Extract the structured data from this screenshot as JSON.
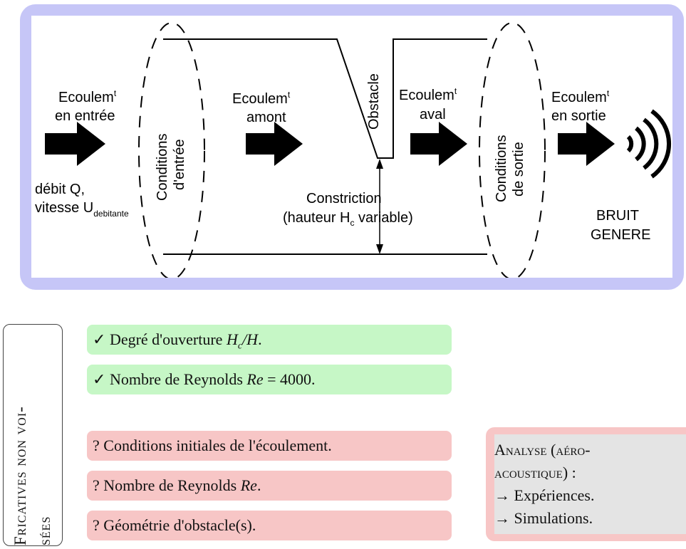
{
  "diagram": {
    "inlet_flow": [
      "Ecoulem",
      "t",
      "en entrée"
    ],
    "upstream_flow": [
      "Ecoulem",
      "t",
      "amont"
    ],
    "downstream_flow": [
      "Ecoulem",
      "t",
      "aval"
    ],
    "outlet_flow": [
      "Ecoulem",
      "t",
      "en sortie"
    ],
    "obstacle": "Obstacle",
    "inlet_conditions": [
      "Conditions",
      "d'entrée"
    ],
    "outlet_conditions": [
      "Conditions",
      "de sortie"
    ],
    "constriction": [
      "Constriction",
      "(hauteur H",
      "c",
      " variable)"
    ],
    "flow_params": [
      "débit Q,",
      "vitesse U",
      "debitante"
    ],
    "noise": [
      "BRUIT",
      "GENERE"
    ],
    "colors": {
      "frame": "#c6c6f7",
      "arrow": "#000000"
    }
  },
  "side_label": [
    "Fricatives non voi-",
    "sées"
  ],
  "checked": [
    {
      "mark": "✓",
      "text": "Degré d'ouverture ",
      "math": "H",
      "sub": "c",
      "tail": "/H",
      "end": "."
    },
    {
      "mark": "✓",
      "text": "Nombre de Reynolds ",
      "math": "Re",
      "tail": " = 4000",
      "end": "."
    }
  ],
  "open_questions": [
    {
      "mark": "?",
      "text": "Conditions initiales de l'écoulement."
    },
    {
      "mark": "?",
      "text": "Nombre de Reynolds ",
      "math": "Re",
      "end": "."
    },
    {
      "mark": "?",
      "text": "Géométrie d'obstacle(s)."
    }
  ],
  "analysis": {
    "title1": "Analyse (aéro-",
    "title2": "acoustique) :",
    "items": [
      "→ Expériences.",
      "→ Simulations."
    ]
  },
  "colors": {
    "green": "#c6f7c6",
    "red": "#f7c6c6",
    "analysis_bg": "#e4e4e4"
  }
}
